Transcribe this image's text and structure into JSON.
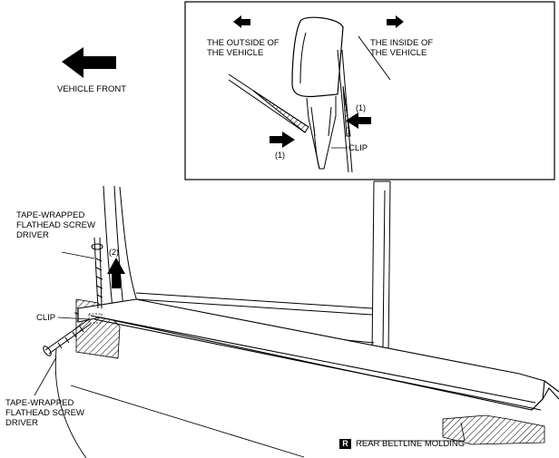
{
  "labels": {
    "vehicle_front": "VEHICLE FRONT",
    "outside_line1": "THE OUTSIDE OF",
    "outside_line2": "THE VEHICLE",
    "inside_line1": "THE INSIDE OF",
    "inside_line2": "THE VEHICLE",
    "clip_inset": "CLIP",
    "callout_1_left": "(1)",
    "callout_1_right": "(1)",
    "callout_2": "(2)",
    "tool_top_line1": "TAPE-WRAPPED",
    "tool_top_line2": "FLATHEAD SCREW",
    "tool_top_line3": "DRIVER",
    "clip_main": "CLIP",
    "tool_bottom_line1": "TAPE-WRAPPED",
    "tool_bottom_line2": "FLATHEAD SCREW",
    "tool_bottom_line3": "DRIVER",
    "part_badge": "R",
    "part_name": "REAR BELTLINE MOLDING"
  },
  "icons": {
    "vehicle_front_arrow": "arrow-left-icon",
    "outside_arrow": "arrow-left-icon",
    "inside_arrow": "arrow-right-icon",
    "push_arrow_left": "arrow-right-icon",
    "push_arrow_right": "arrow-left-icon",
    "lift_arrow": "arrow-up-icon"
  },
  "colors": {
    "line": "#000000",
    "background": "#ffffff"
  }
}
